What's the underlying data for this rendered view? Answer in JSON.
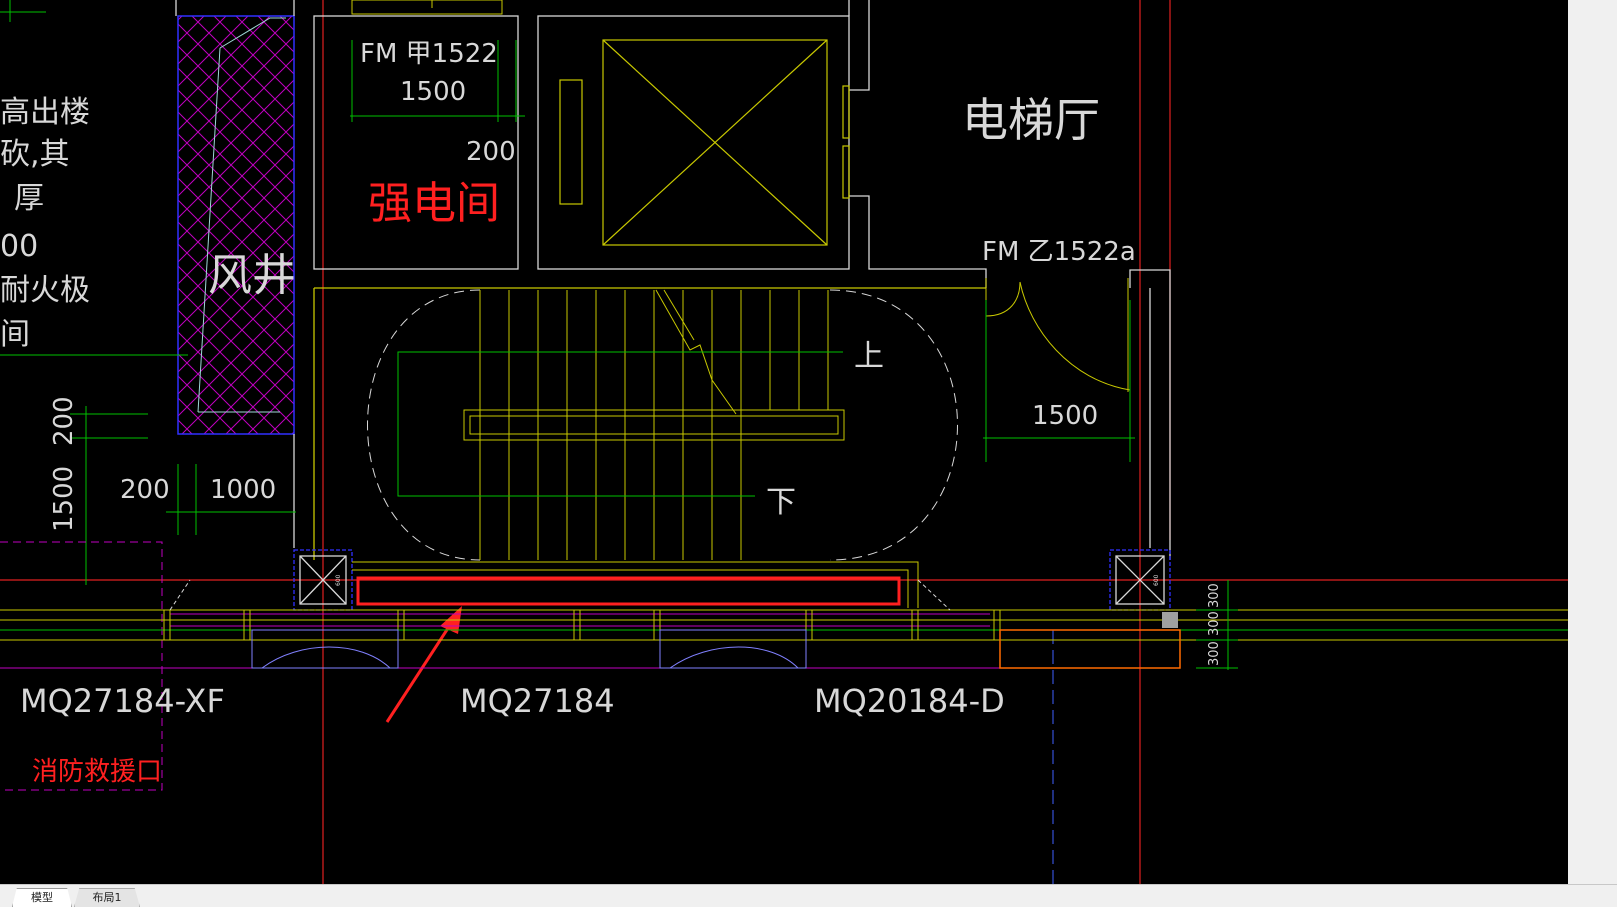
{
  "labels": {
    "room_strong_elec": "强电间",
    "room_elevator_hall": "电梯厅",
    "room_air_shaft": "风井",
    "door_fm_jia": "FM 甲1522",
    "door_fm_yi": "FM 乙1522a",
    "stair_up": "上",
    "stair_down": "下",
    "window_left": "MQ27184-XF",
    "window_mid": "MQ27184",
    "window_right": "MQ20184-D",
    "fire_rescue": "消防救援口",
    "left_note_1": "高出楼",
    "left_note_2": "砍,其",
    "left_note_3": "厚",
    "left_note_4": "00",
    "left_note_5": "耐火极",
    "left_note_6": "间"
  },
  "dimensions": {
    "d1500_top": "1500",
    "d200_top": "200",
    "d1500_door": "1500",
    "d200_left": "200",
    "d1000_left": "1000",
    "d200_vert": "200",
    "d1500_vert": "1500",
    "d300_a": "300",
    "d300_b": "300",
    "d300_c": "300",
    "col_tag_a": "600",
    "col_tag_b": "600"
  },
  "tabs": {
    "model": "模型",
    "layout1": "布局1"
  },
  "colors": {
    "background": "#000000",
    "yellow": "#c8c800",
    "green": "#00c000",
    "red": "#ff2020",
    "magenta": "#d000d0",
    "blue": "#3030ff",
    "white": "#d8d8d8",
    "orange": "#ff6a00",
    "cyan": "#a0d8d8"
  }
}
